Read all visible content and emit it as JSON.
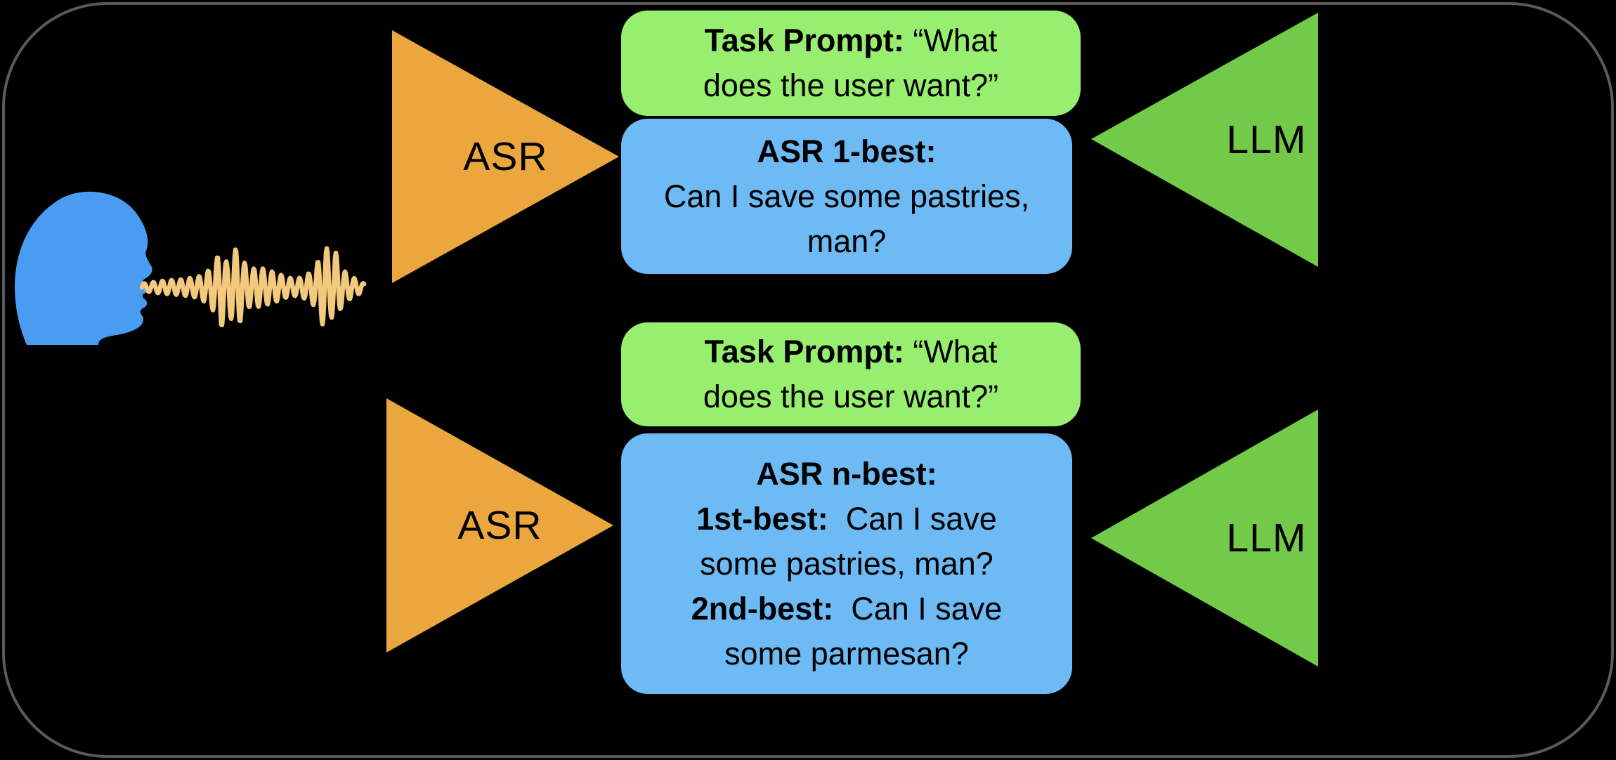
{
  "figure": {
    "colors": {
      "bg": "#000000",
      "border": "#5A5A5C",
      "greenbox": "#98EE6E",
      "bluebox": "#6DBAF4",
      "asr": "#EBA63E",
      "llm": "#72CA48",
      "head": "#4A9CF3",
      "wave": "#F2C97D",
      "text": "#000000"
    },
    "speaker": {
      "head_icon": "person-head-silhouette",
      "wave_icon": "speech-waveform"
    },
    "top": {
      "asr_label": "ASR",
      "llm_label": "LLM",
      "prompt": {
        "bold": "Task Prompt:",
        "line1_rest": " “What",
        "line2": "does the user want?”"
      },
      "transcript": {
        "heading": "ASR 1-best:",
        "lines": [
          "Can I save some pastries,",
          "man?"
        ]
      }
    },
    "bottom": {
      "asr_label": "ASR",
      "llm_label": "LLM",
      "prompt": {
        "bold": "Task Prompt:",
        "line1_rest": " “What",
        "line2": "does the user want?”"
      },
      "transcript": {
        "heading": "ASR n-best:",
        "hyp1_bold": "1st-best:",
        "hyp1_rest": "  Can I save",
        "hyp1_line2": "some pastries, man?",
        "hyp2_bold": "2nd-best:",
        "hyp2_rest": "  Can I save",
        "hyp2_line2": "some parmesan?"
      }
    }
  }
}
